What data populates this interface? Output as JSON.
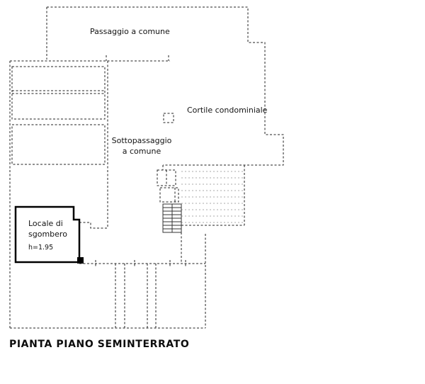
{
  "plan": {
    "title": "PIANTA PIANO SEMINTERRATO",
    "labels": {
      "passaggio": "Passaggio a comune",
      "cortile": "Cortile condominiale",
      "sottopassaggio_line1": "Sottopassaggio",
      "sottopassaggio_line2": "a comune",
      "locale_line1": "Locale di",
      "locale_line2": "sgombero",
      "locale_height": "h=1.95"
    },
    "colors": {
      "background": "#ffffff",
      "dashed_line": "#222222",
      "solid_wall": "#000000",
      "paving_hatch": "#aaaaaa",
      "text": "#131313"
    }
  }
}
